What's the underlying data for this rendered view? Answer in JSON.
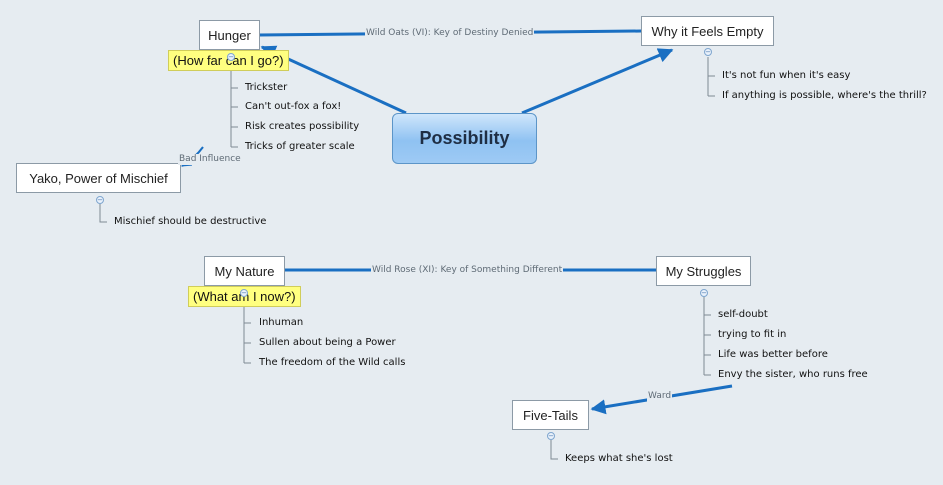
{
  "central": {
    "label": "Possibility"
  },
  "nodes": {
    "hunger": {
      "label": "Hunger"
    },
    "why_empty": {
      "label": "Why it Feels Empty"
    },
    "yako": {
      "label": "Yako, Power of Mischief"
    },
    "my_nature": {
      "label": "My Nature"
    },
    "my_struggles": {
      "label": "My Struggles"
    },
    "five_tails": {
      "label": "Five-Tails"
    }
  },
  "stickies": {
    "hunger": "(How far can I go?)",
    "nature": "(What am I now?)"
  },
  "relationships": {
    "hunger_empty": "Wild Oats (VI):  Key of Destiny Denied",
    "hunger_yako": "Bad Influence",
    "nature_struggles": "Wild Rose (XI):  Key of Something Different",
    "struggles_five": "Ward"
  },
  "subtopics": {
    "hunger": [
      "Trickster",
      "Can't out-fox a fox!",
      "Risk creates possibility",
      "Tricks of greater scale"
    ],
    "why_empty": [
      "It's not fun when it's easy",
      "If anything is possible, where's the thrill?"
    ],
    "yako": [
      "Mischief should be destructive"
    ],
    "my_nature": [
      "Inhuman",
      "Sullen about being a Power",
      "The freedom of the Wild calls"
    ],
    "my_struggles": [
      "self-doubt",
      "trying to fit in",
      "Life was better before",
      "Envy the sister, who runs free"
    ],
    "five_tails": [
      "Keeps what she's lost"
    ]
  },
  "colors": {
    "line": "#1a6fc2",
    "background": "#e6ecf1"
  }
}
